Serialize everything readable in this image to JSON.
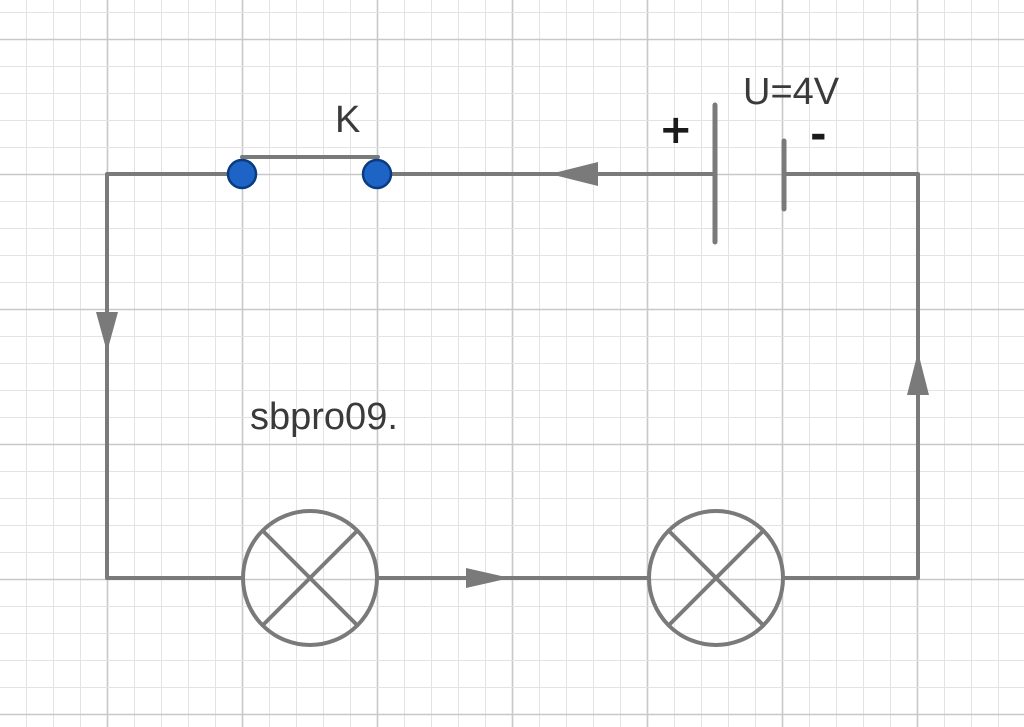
{
  "diagram": {
    "switch_label": "K",
    "battery": {
      "voltage_label": "U=4V",
      "plus_sign": "+",
      "minus_sign": "-"
    },
    "watermark": "sbpro09.",
    "components": {
      "switch": "switch-K",
      "battery": "battery",
      "lamps": [
        "lamp-left",
        "lamp-right"
      ]
    },
    "current_direction": "counterclockwise",
    "colors": {
      "wire": "#7a7a7a",
      "switch_terminal": "#1e63c6",
      "switch_terminal_outline": "#0a3c80",
      "grid_major": "#c8c8c8",
      "grid_minor": "#e3e3e3",
      "text": "#3a3a3a"
    }
  }
}
